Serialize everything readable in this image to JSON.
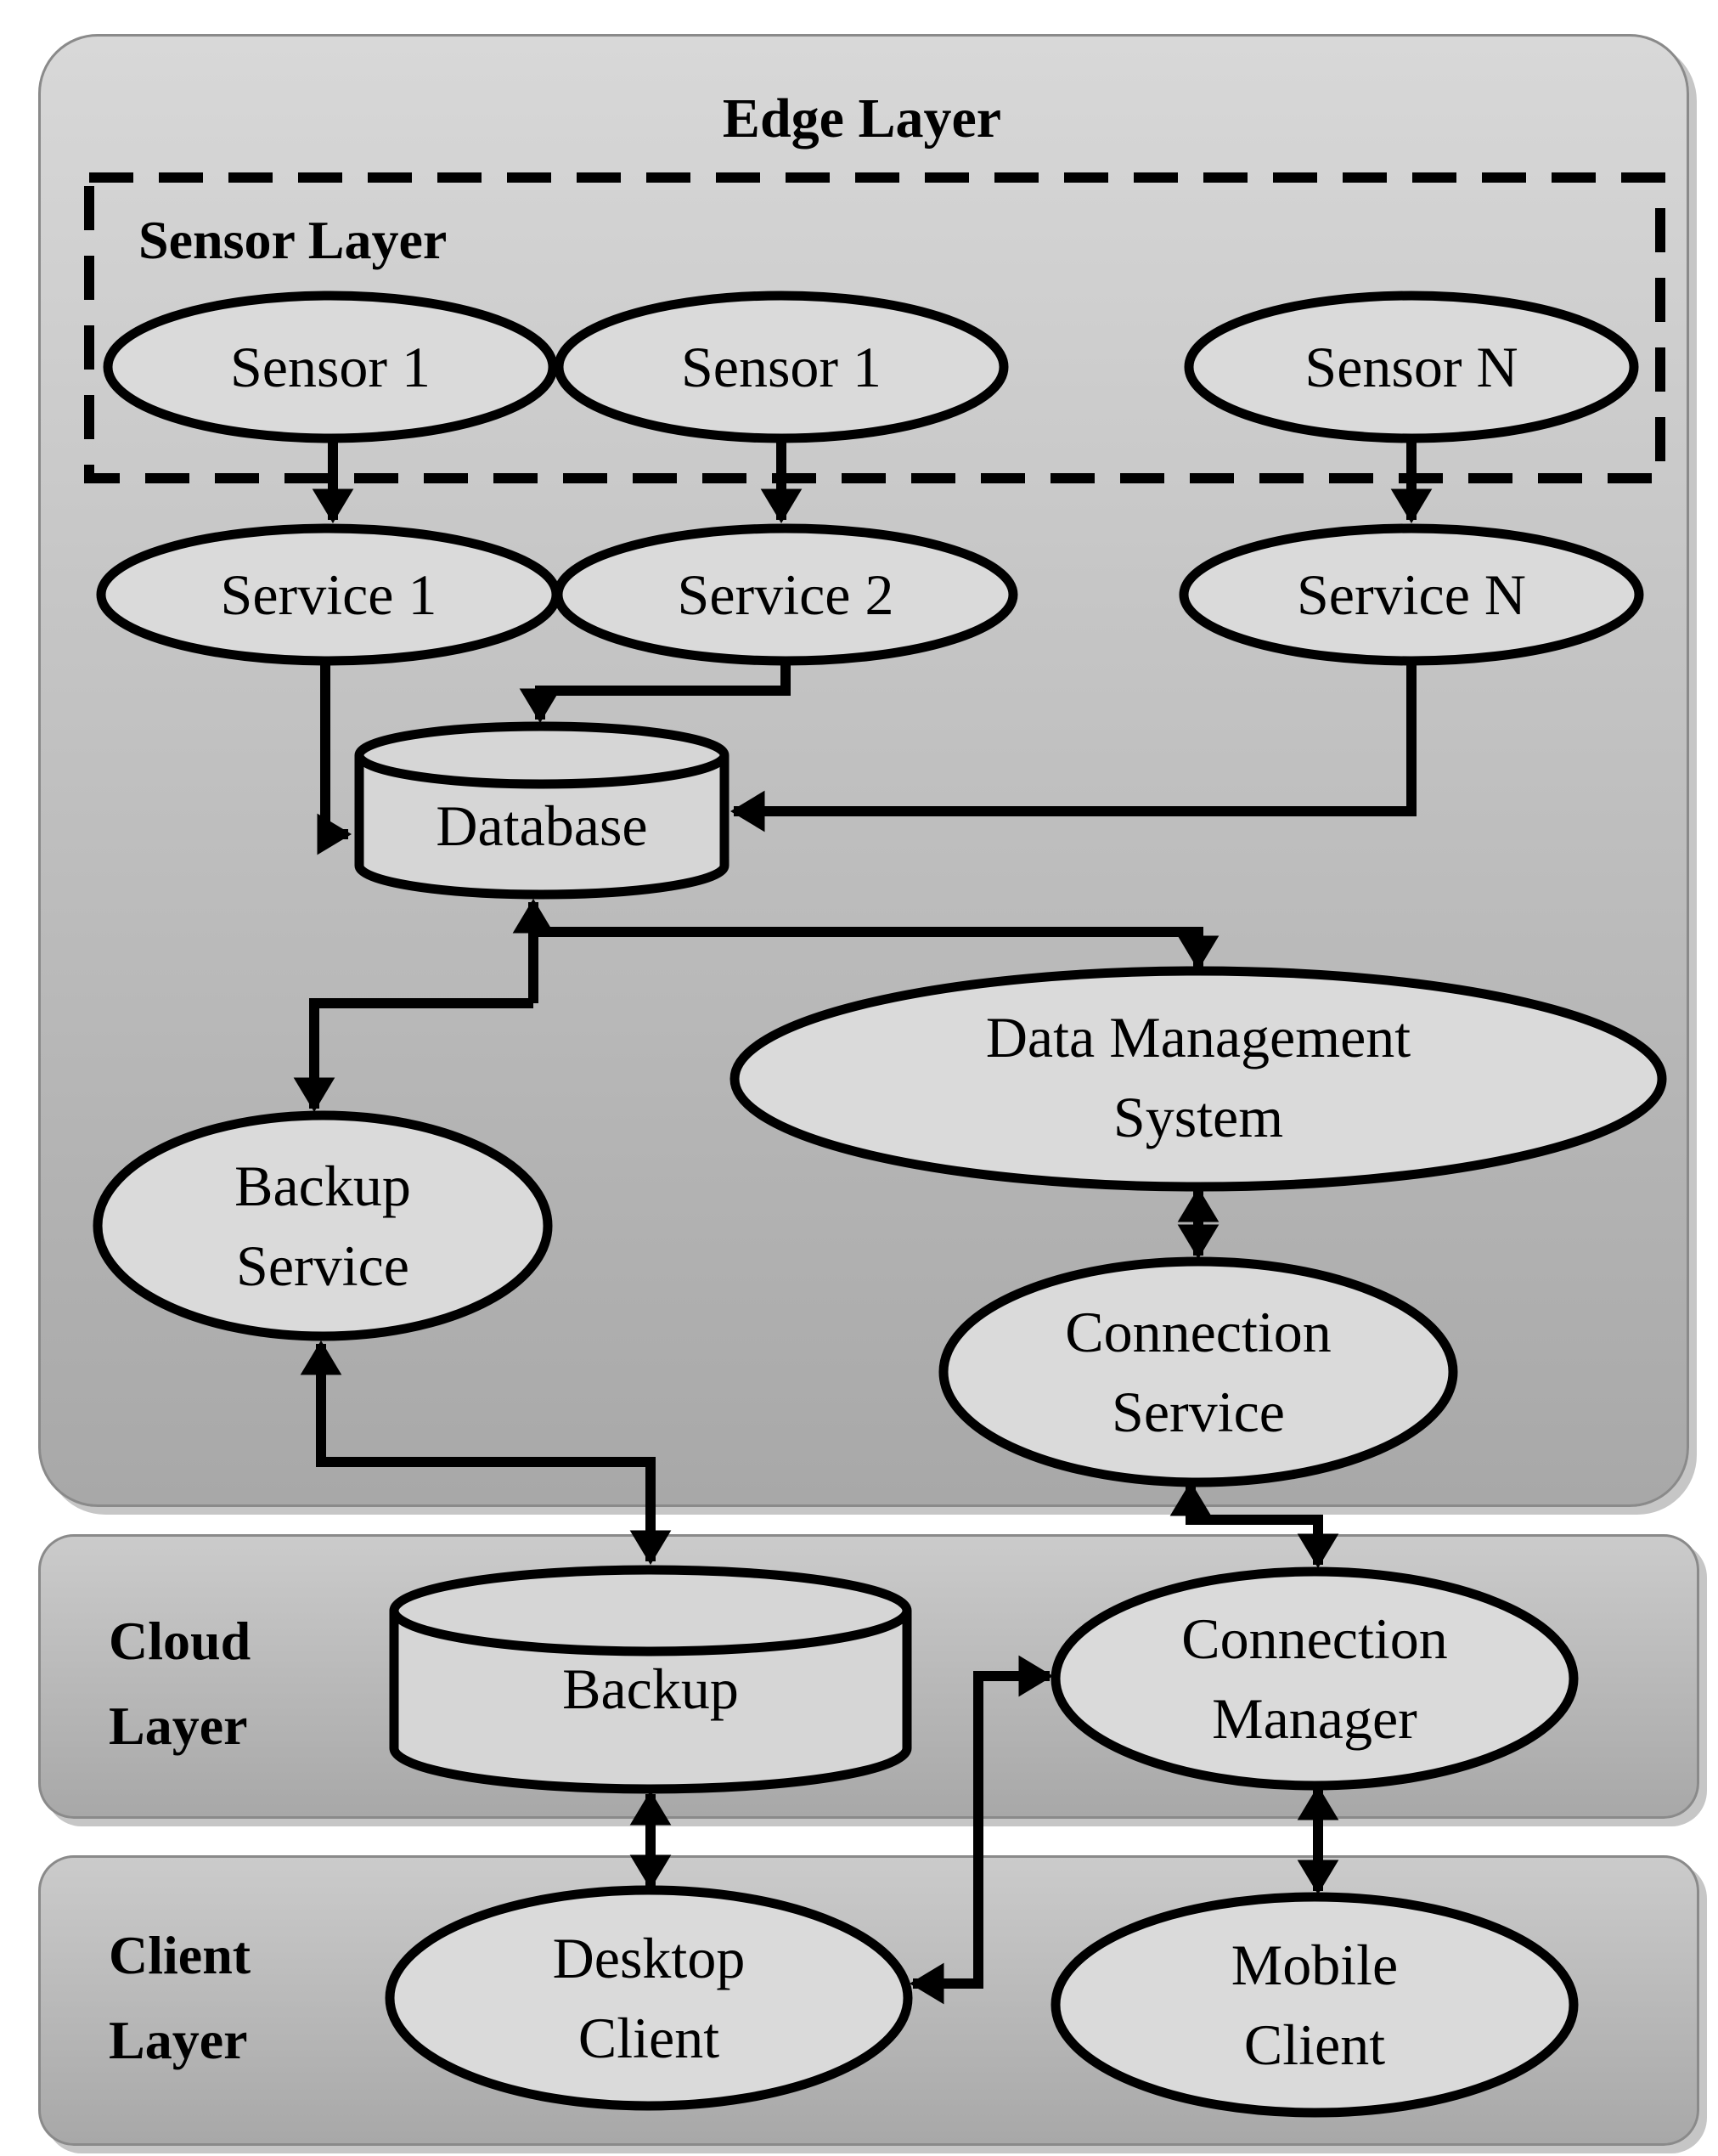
{
  "diagram": {
    "layers": {
      "edge": {
        "title": "Edge Layer"
      },
      "sensor": {
        "title": "Sensor Layer"
      },
      "cloud": {
        "title_line1": "Cloud",
        "title_line2": "Layer"
      },
      "client": {
        "title_line1": "Client",
        "title_line2": "Layer"
      }
    },
    "nodes": {
      "sensor1": {
        "label": "Sensor 1"
      },
      "sensor2": {
        "label": "Sensor 1"
      },
      "sensorN": {
        "label": "Sensor N"
      },
      "service1": {
        "label": "Service 1"
      },
      "service2": {
        "label": "Service 2"
      },
      "serviceN": {
        "label": "Service N"
      },
      "database": {
        "label": "Database"
      },
      "dataManagementSystem": {
        "label_line1": "Data Management",
        "label_line2": "System"
      },
      "backupService": {
        "label_line1": "Backup",
        "label_line2": "Service"
      },
      "connectionService": {
        "label_line1": "Connection",
        "label_line2": "Service"
      },
      "backup": {
        "label": "Backup"
      },
      "connectionManager": {
        "label_line1": "Connection",
        "label_line2": "Manager"
      },
      "desktopClient": {
        "label_line1": "Desktop",
        "label_line2": "Client"
      },
      "mobileClient": {
        "label_line1": "Mobile",
        "label_line2": "Client"
      }
    },
    "edges": [
      {
        "from": "Sensor 1",
        "to": "Service 1",
        "type": "arrow"
      },
      {
        "from": "Sensor 1",
        "to": "Service 2",
        "type": "arrow"
      },
      {
        "from": "Sensor N",
        "to": "Service N",
        "type": "arrow"
      },
      {
        "from": "Service 1",
        "to": "Database",
        "type": "arrow"
      },
      {
        "from": "Service 2",
        "to": "Database",
        "type": "arrow"
      },
      {
        "from": "Service N",
        "to": "Database",
        "type": "arrow"
      },
      {
        "from": "junction",
        "to": "Database",
        "type": "arrow"
      },
      {
        "from": "junction",
        "to": "Data Management System",
        "type": "arrow"
      },
      {
        "from": "junction",
        "to": "Backup Service",
        "type": "arrow"
      },
      {
        "from": "Backup Service",
        "to": "Backup",
        "type": "double-arrow"
      },
      {
        "from": "Backup",
        "to": "Desktop Client",
        "type": "double-arrow"
      },
      {
        "from": "Data Management System",
        "to": "Connection Service",
        "type": "double-arrow"
      },
      {
        "from": "Connection Service",
        "to": "Connection Manager",
        "type": "double-arrow"
      },
      {
        "from": "Connection Manager",
        "to": "Mobile Client",
        "type": "double-arrow"
      },
      {
        "from": "Desktop Client",
        "to": "Connection Manager",
        "type": "double-arrow"
      }
    ],
    "colors": {
      "background": "#ffffff",
      "layer_gradient_top": "#d8d8d8",
      "layer_gradient_bottom": "#a8a8a8",
      "node_fill": "#dadada",
      "cylinder_fill": "#d6d6d6",
      "box_border": "#8a8a8a",
      "line": "#000000",
      "text": "#000000"
    }
  }
}
